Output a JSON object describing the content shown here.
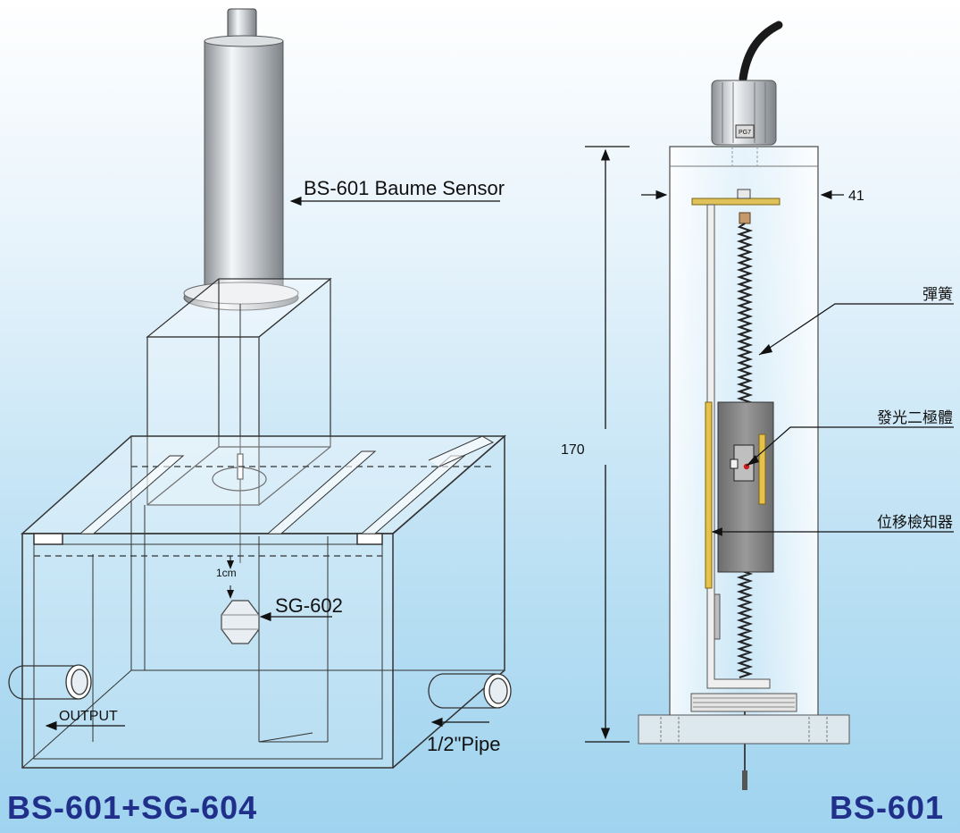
{
  "left_diagram": {
    "sensor_label": "BS-601 Baume Sensor",
    "float_label": "SG-602",
    "gap_label": "1cm",
    "output_label": "OUTPUT",
    "pipe_label": "1/2\"Pipe",
    "caption": "BS-601+SG-604"
  },
  "right_diagram": {
    "diameter_label": "41",
    "height_label": "170",
    "spring_label": "彈簧",
    "led_label": "發光二極體",
    "detector_label": "位移檢知器",
    "connector_label": "PG7",
    "caption": "BS-601"
  }
}
